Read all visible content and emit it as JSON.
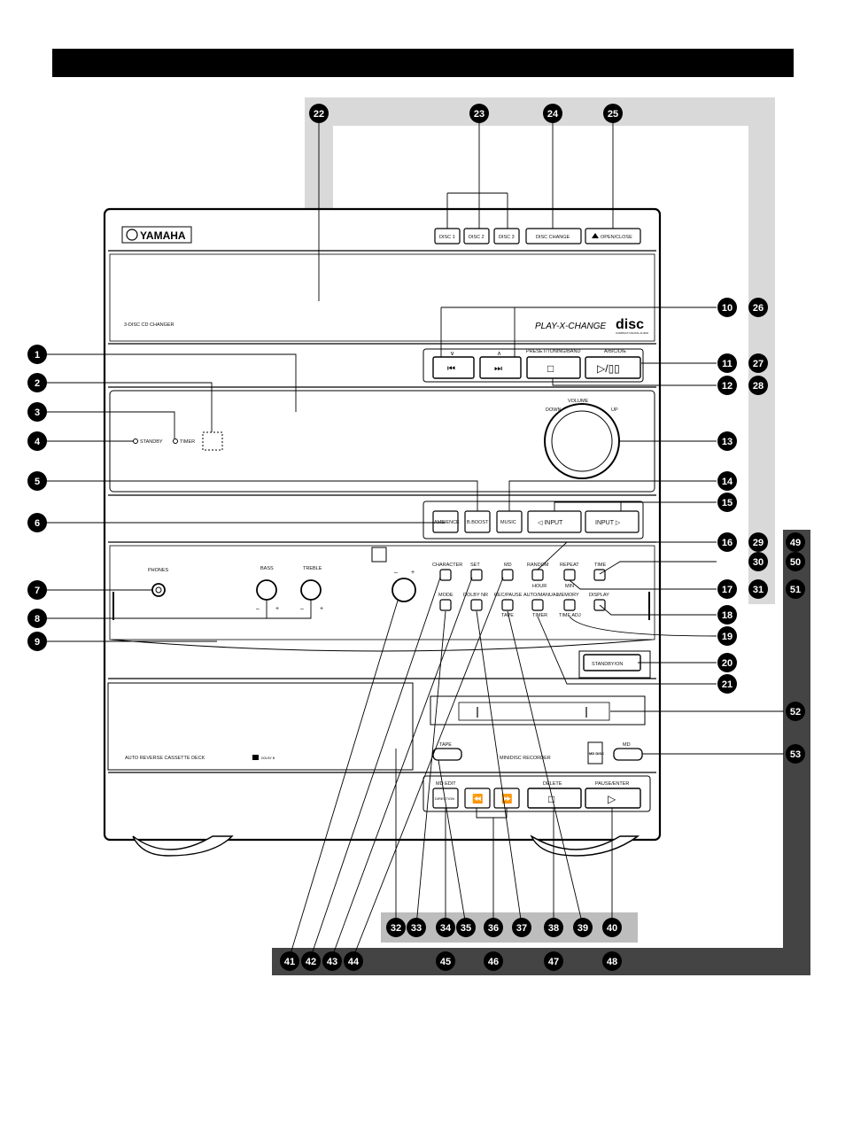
{
  "brand": "YAMAHA",
  "cd_section": {
    "title": "3-DISC CD CHANGER",
    "disc_buttons": [
      "DISC 1",
      "DISC 2",
      "DISC 3"
    ],
    "disc_change": "DISC CHANGE",
    "open_close": "OPEN/CLOSE",
    "logo_text": "PLAY-X-CHANGE",
    "compact_disc_logo": "disc",
    "compact_disc_sub": "COMPACT DIGITAL AUDIO",
    "preset_label": "PRESET/TUNING/BAND",
    "abcde_label": "A/B/C/D/E",
    "down_arrow": "∨",
    "up_arrow": "∧",
    "skip_back": "⏮",
    "skip_fwd": "⏭",
    "stop": "□",
    "play_pause": "▷/▯▯"
  },
  "display_section": {
    "standby": "STANDBY",
    "timer": "TIMER",
    "volume": "VOLUME",
    "down": "DOWN",
    "up": "UP"
  },
  "amp_section": {
    "phones": "PHONES",
    "bass": "BASS",
    "treble": "TREBLE",
    "character": "CHARACTER",
    "set": "SET",
    "md": "MD",
    "random": "RANDOM",
    "repeat": "REPEAT",
    "time": "TIME",
    "hour": "HOUR",
    "min": "MIN",
    "mode": "MODE",
    "dolby_nr": "DOLBY NR",
    "rec_pause": "REC/PAUSE",
    "tape": "TAPE",
    "auto_manual": "AUTO/MANUAL",
    "timer": "TIMER",
    "memory": "MEMORY",
    "time_adj": "TIME ADJ",
    "display": "DISPLAY",
    "standby_on": "STANDBY/ON",
    "minus": "–",
    "plus": "+",
    "input_left": "◁ INPUT",
    "input_right": "INPUT ▷",
    "music": "MUSIC",
    "bboost": "B.BOOST",
    "ambience": "AMBIENCE"
  },
  "deck_section": {
    "title": "AUTO REVERSE CASSETTE DECK",
    "dolby": "DOLBY B",
    "tape_eject": "TAPE",
    "md_recorder": "MINIDISC RECORDER",
    "md_logo": "MD DISC",
    "md_eject": "MD",
    "md_edit": "MD EDIT",
    "direction": "DIRECTION",
    "delete": "DELETE",
    "pause_enter": "PAUSE/ENTER",
    "stop": "□",
    "play": "▷",
    "rew": "⏪",
    "ff": "⏩"
  },
  "callouts": {
    "left": [
      "1",
      "2",
      "3",
      "4",
      "5",
      "6",
      "7",
      "8",
      "9"
    ],
    "top": [
      "22",
      "23",
      "24",
      "25"
    ],
    "right_a": [
      "10",
      "11",
      "12",
      "13",
      "14",
      "15",
      "16",
      "17",
      "18",
      "19",
      "20",
      "21"
    ],
    "right_b": [
      "26",
      "27",
      "28"
    ],
    "right_c": [
      "29",
      "30",
      "31"
    ],
    "right_d": [
      "49",
      "50",
      "51"
    ],
    "right_e": [
      "52",
      "53"
    ],
    "bottom_a": [
      "32",
      "33",
      "34",
      "35",
      "36",
      "37",
      "38",
      "39",
      "40"
    ],
    "bottom_b": [
      "41",
      "42",
      "43",
      "44",
      "45",
      "46",
      "47",
      "48"
    ]
  }
}
